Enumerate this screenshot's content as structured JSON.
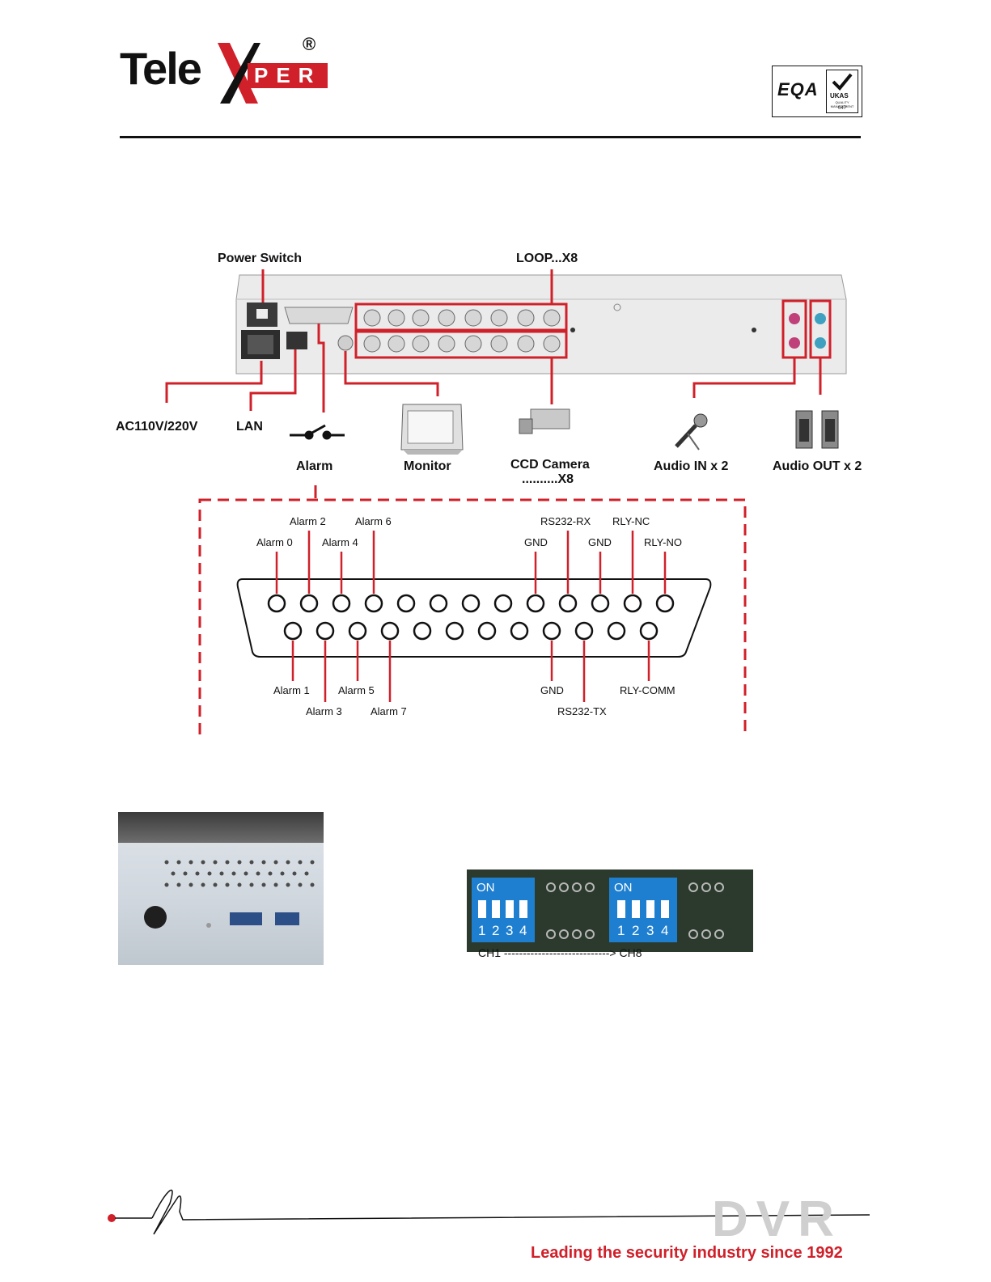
{
  "header": {
    "logo_part1": "Tele",
    "logo_part2": "PER",
    "registered_mark": "®",
    "cert_badge": "EQA",
    "ukas_text": "UKAS",
    "ukas_sub": "QUALITY MANAGEMENT",
    "ukas_number": "047"
  },
  "rear_panel": {
    "power_switch": "Power Switch",
    "loop": "LOOP...X8",
    "ac_power": "AC110V/220V",
    "lan": "LAN",
    "alarm": "Alarm",
    "monitor": "Monitor",
    "camera": "CCD Camera",
    "camera_count": "..........X8",
    "audio_in": "Audio IN x 2",
    "audio_out": "Audio OUT x 2"
  },
  "db25": {
    "top": [
      "Alarm 2",
      "Alarm 6",
      "RS232-RX",
      "RLY-NC"
    ],
    "top2": [
      "Alarm 0",
      "Alarm 4",
      "GND",
      "GND",
      "RLY-NO"
    ],
    "bottom": [
      "Alarm 1",
      "Alarm 5",
      "GND",
      "RLY-COMM"
    ],
    "bottom2": [
      "Alarm 3",
      "Alarm 7",
      "RS232-TX"
    ]
  },
  "dip": {
    "on": "ON",
    "numbers": [
      "1",
      "2",
      "3",
      "4"
    ],
    "channel_range": "CH1 ----------------------------> CH8"
  },
  "footer": {
    "watermark": "DVR",
    "tagline": "Leading the security industry since 1992"
  },
  "colors": {
    "accent": "#d0202a",
    "dip_blue": "#1e7fd0"
  }
}
